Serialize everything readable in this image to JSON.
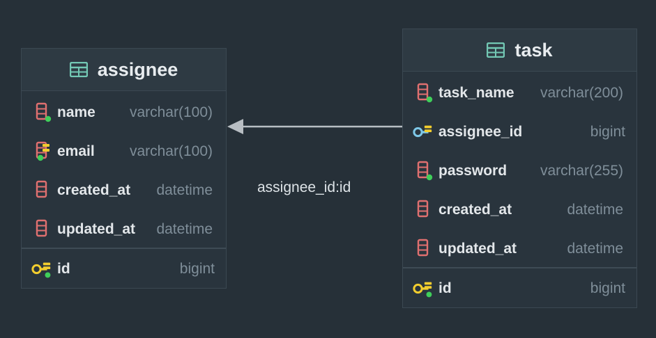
{
  "entities": {
    "assignee": {
      "name": "assignee",
      "fields": [
        {
          "name": "name",
          "type": "varchar(100)",
          "icon": "column-icon"
        },
        {
          "name": "email",
          "type": "varchar(100)",
          "icon": "unique-column-icon"
        },
        {
          "name": "created_at",
          "type": "datetime",
          "icon": "column-icon"
        },
        {
          "name": "updated_at",
          "type": "datetime",
          "icon": "column-icon"
        }
      ],
      "pk": {
        "name": "id",
        "type": "bigint",
        "icon": "primary-key-icon"
      }
    },
    "task": {
      "name": "task",
      "fields": [
        {
          "name": "task_name",
          "type": "varchar(200)",
          "icon": "column-icon"
        },
        {
          "name": "assignee_id",
          "type": "bigint",
          "icon": "foreign-key-icon"
        },
        {
          "name": "password",
          "type": "varchar(255)",
          "icon": "column-icon"
        },
        {
          "name": "created_at",
          "type": "datetime",
          "icon": "column-icon"
        },
        {
          "name": "updated_at",
          "type": "datetime",
          "icon": "column-icon"
        }
      ],
      "pk": {
        "name": "id",
        "type": "bigint",
        "icon": "primary-key-icon"
      }
    }
  },
  "relationship": {
    "label": "assignee_id:id"
  },
  "colors": {
    "background": "#263038",
    "column_icon": "#e07070",
    "primary_key": "#f2cd2e",
    "foreign_key": "#7ec8e8",
    "not_null_dot": "#3fcf5a",
    "table_icon": "#73c8b4"
  }
}
